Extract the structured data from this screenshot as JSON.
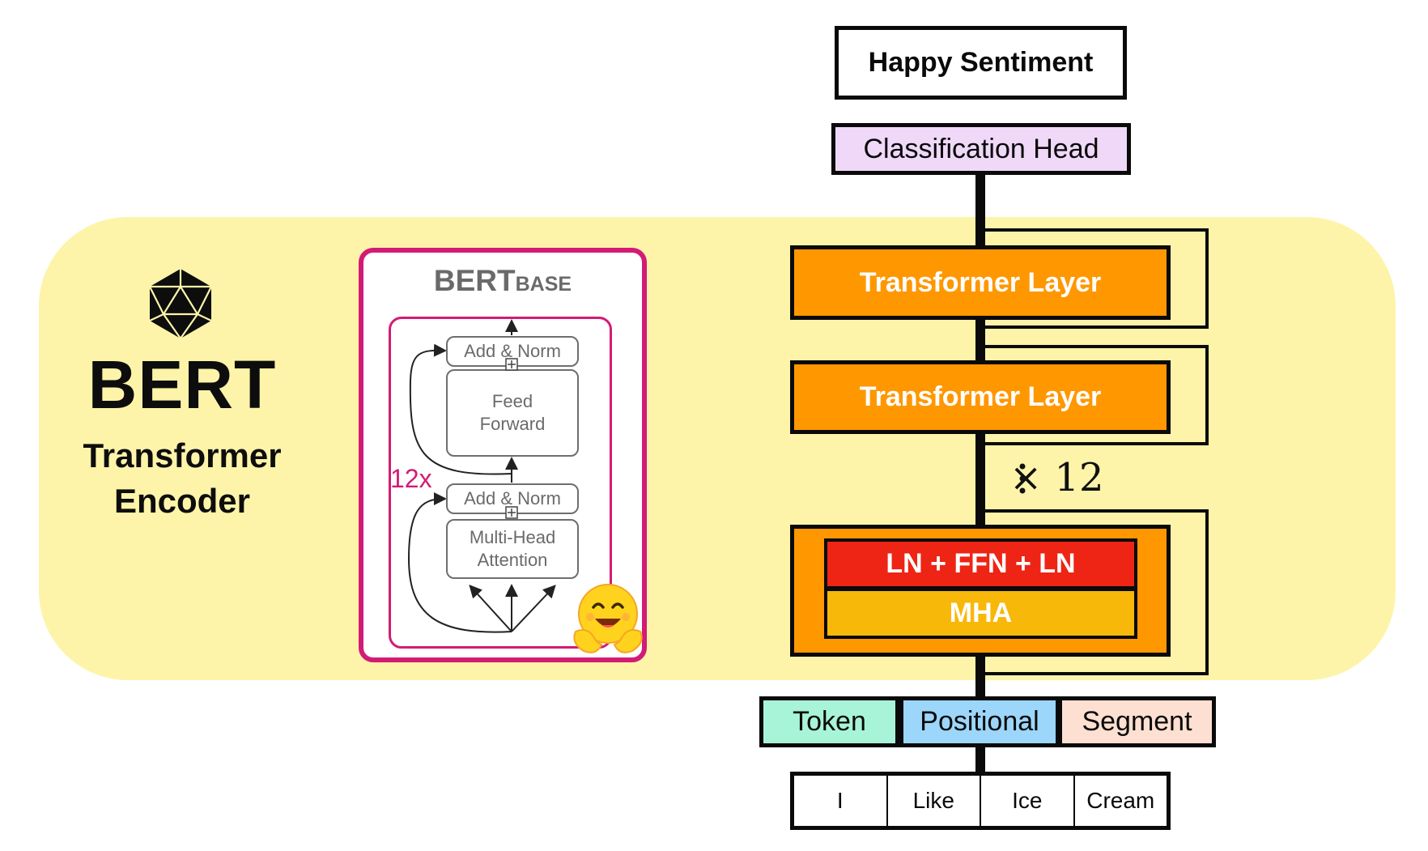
{
  "left_panel": {
    "title": "BERT",
    "subtitle_line1": "Transformer",
    "subtitle_line2": "Encoder",
    "logo_icon": "icosahedron-icon"
  },
  "bert_base": {
    "title_main": "BERT",
    "title_sub": "BASE",
    "repeat_label": "12x",
    "add_norm_top": "Add & Norm",
    "feed_forward_line1": "Feed",
    "feed_forward_line2": "Forward",
    "add_norm_bottom": "Add & Norm",
    "mha_line1": "Multi-Head",
    "mha_line2": "Attention",
    "frame_color": "#d31b76",
    "emoji_icon": "hugging-face-icon"
  },
  "pipeline": {
    "output": "Happy Sentiment",
    "head": "Classification Head",
    "layer1": "Transformer Layer",
    "layer2": "Transformer Layer",
    "repeat_label": "× 12",
    "block_top": "LN + FFN + LN",
    "block_bottom": "MHA",
    "embeddings": [
      "Token",
      "Positional",
      "Segment"
    ],
    "tokens": [
      "I",
      "Like",
      "Ice",
      "Cream"
    ]
  },
  "colors": {
    "band": "#fdf4a9",
    "layer": "#ff9700",
    "ln_ffn": "#ee2415",
    "mha": "#f8b80a",
    "head": "#f0d8f8",
    "token_embed": "#a8f4d8",
    "positional_embed": "#9cd6fa",
    "segment_embed": "#fde0d2"
  }
}
